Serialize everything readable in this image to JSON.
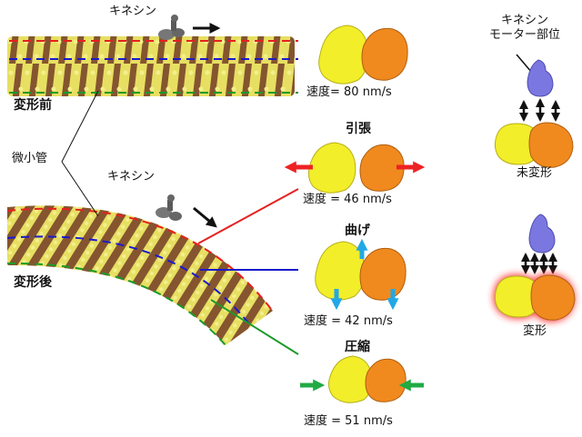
{
  "labels": {
    "kinesin_top": "キネシン",
    "kinesin_mid": "キネシン",
    "microtubule": "微小管",
    "before": "変形前",
    "after": "変形後",
    "motor_line1": "キネシン",
    "motor_line2": "モーター部位",
    "undeformed": "未変形",
    "deformed": "変形"
  },
  "conditions": [
    {
      "title": "",
      "speed": "速度= 80 nm/s"
    },
    {
      "title": "引張",
      "speed": "速度 = 46 nm/s"
    },
    {
      "title": "曲げ",
      "speed": "速度 = 42 nm/s"
    },
    {
      "title": "圧縮",
      "speed": "速度 = 51 nm/s"
    }
  ],
  "colors": {
    "tubulin_yellow": "#e8e05a",
    "tubulin_brown": "#8b5a33",
    "protein_yellow": "#f2ee2a",
    "protein_orange": "#f08a1e",
    "motor_purple": "#7a78e0",
    "tension": "#ee2222",
    "bending": "#22a8e6",
    "compression": "#22aa44",
    "outline_red": "#e62020",
    "outline_blue": "#1a1acc",
    "outline_green": "#1a9a2a"
  }
}
